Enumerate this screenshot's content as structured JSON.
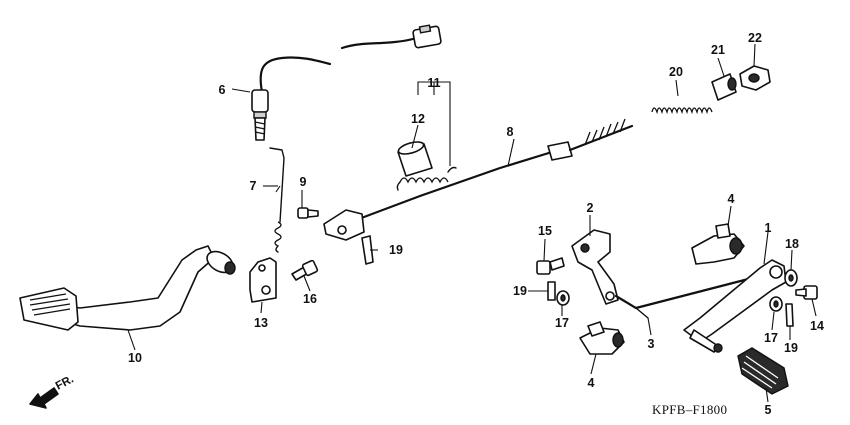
{
  "diagram_code": "KPFB–F1800",
  "direction_label": "FR.",
  "callouts": {
    "c1": "1",
    "c2": "2",
    "c3": "3",
    "c4a": "4",
    "c4b": "4",
    "c5": "5",
    "c6": "6",
    "c7": "7",
    "c8": "8",
    "c9": "9",
    "c10": "10",
    "c11": "11",
    "c12": "12",
    "c13": "13",
    "c14": "14",
    "c15": "15",
    "c16": "16",
    "c17a": "17",
    "c17b": "17",
    "c18": "18",
    "c19a": "19",
    "c19b": "19",
    "c19c": "19",
    "c20": "20",
    "c21": "21",
    "c22": "22"
  }
}
